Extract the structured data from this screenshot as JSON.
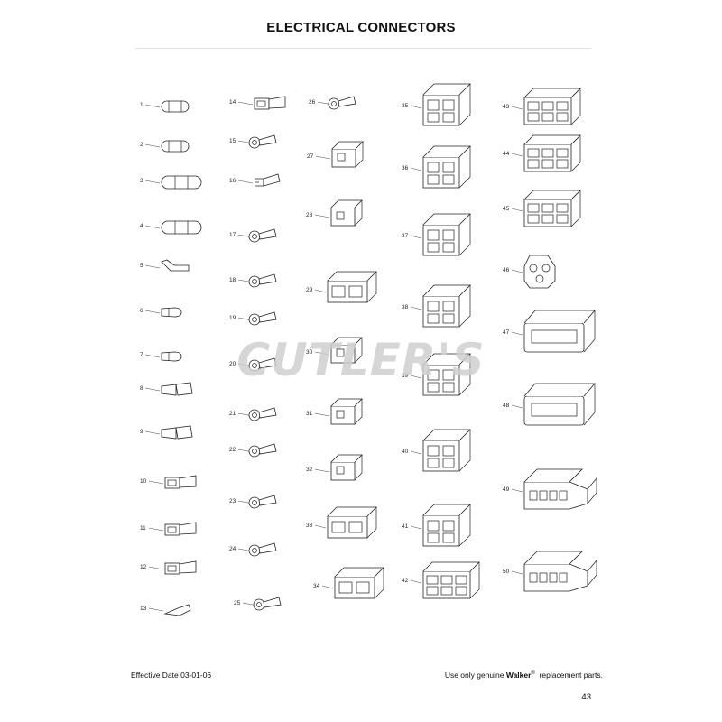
{
  "document": {
    "title": "ELECTRICAL CONNECTORS",
    "watermark": "CUTLER'S",
    "effective_date": "Effective Date 03-01-06",
    "footer_prefix": "Use only genuine",
    "brand": "Walker",
    "registered_mark": "®",
    "footer_suffix": "replacement parts.",
    "page_number": "43"
  },
  "parts": [
    {
      "label": "1",
      "kind": "fuse"
    },
    {
      "label": "2",
      "kind": "fuse"
    },
    {
      "label": "3",
      "kind": "butt"
    },
    {
      "label": "4",
      "kind": "butt"
    },
    {
      "label": "5",
      "kind": "clip"
    },
    {
      "label": "6",
      "kind": "bullet"
    },
    {
      "label": "7",
      "kind": "bullet"
    },
    {
      "label": "8",
      "kind": "spade"
    },
    {
      "label": "9",
      "kind": "spade"
    },
    {
      "label": "10",
      "kind": "quick"
    },
    {
      "label": "11",
      "kind": "quick"
    },
    {
      "label": "12",
      "kind": "quick"
    },
    {
      "label": "13",
      "kind": "tab"
    },
    {
      "label": "14",
      "kind": "quick"
    },
    {
      "label": "15",
      "kind": "ring"
    },
    {
      "label": "16",
      "kind": "fork"
    },
    {
      "label": "17",
      "kind": "ring"
    },
    {
      "label": "18",
      "kind": "ring"
    },
    {
      "label": "19",
      "kind": "ring"
    },
    {
      "label": "20",
      "kind": "ring"
    },
    {
      "label": "21",
      "kind": "ring"
    },
    {
      "label": "22",
      "kind": "ring"
    },
    {
      "label": "23",
      "kind": "ring"
    },
    {
      "label": "24",
      "kind": "ring"
    },
    {
      "label": "25",
      "kind": "ring"
    },
    {
      "label": "26",
      "kind": "ring"
    },
    {
      "label": "27",
      "kind": "housing1"
    },
    {
      "label": "28",
      "kind": "housing1"
    },
    {
      "label": "29",
      "kind": "housing2"
    },
    {
      "label": "30",
      "kind": "housing1"
    },
    {
      "label": "31",
      "kind": "housing1"
    },
    {
      "label": "32",
      "kind": "housing1"
    },
    {
      "label": "33",
      "kind": "housing2"
    },
    {
      "label": "34",
      "kind": "housing2"
    },
    {
      "label": "35",
      "kind": "block4"
    },
    {
      "label": "36",
      "kind": "block4"
    },
    {
      "label": "37",
      "kind": "block4"
    },
    {
      "label": "38",
      "kind": "block4"
    },
    {
      "label": "39",
      "kind": "block4"
    },
    {
      "label": "40",
      "kind": "block4"
    },
    {
      "label": "41",
      "kind": "block4"
    },
    {
      "label": "42",
      "kind": "block6"
    },
    {
      "label": "43",
      "kind": "block6"
    },
    {
      "label": "44",
      "kind": "block6"
    },
    {
      "label": "45",
      "kind": "block6"
    },
    {
      "label": "46",
      "kind": "round"
    },
    {
      "label": "47",
      "kind": "long"
    },
    {
      "label": "48",
      "kind": "long"
    },
    {
      "label": "49",
      "kind": "sealed"
    },
    {
      "label": "50",
      "kind": "sealed"
    }
  ]
}
